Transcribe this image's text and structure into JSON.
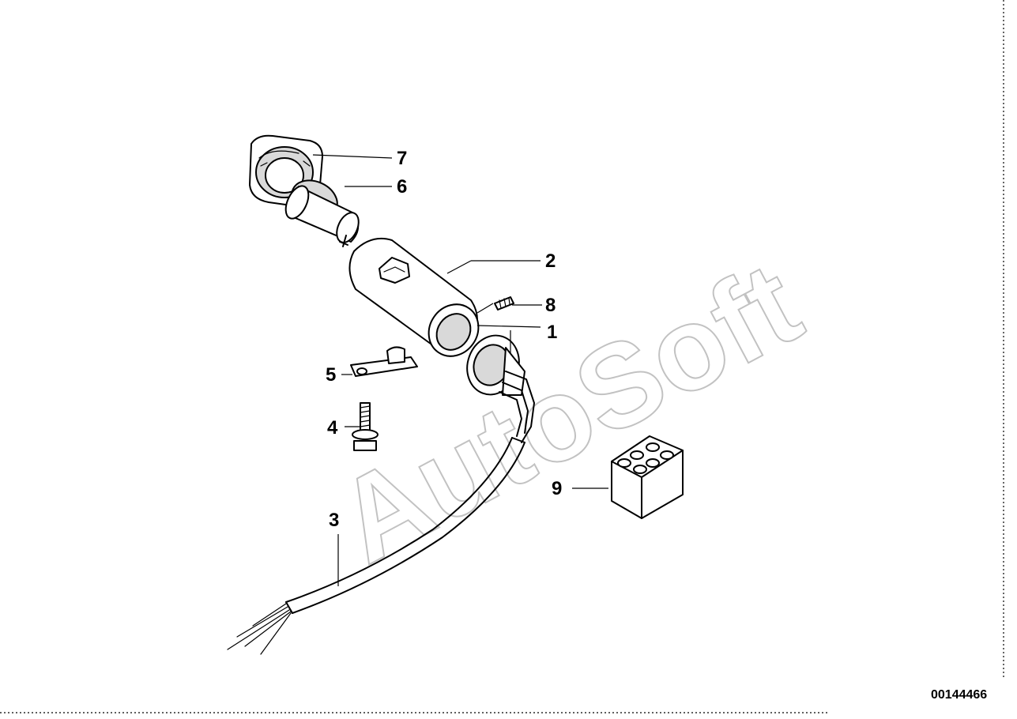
{
  "watermark": {
    "text": "AutoSoft",
    "color": "#b8b8b8"
  },
  "document_id": "00144466",
  "callouts": [
    {
      "id": "callout-7",
      "label": "7"
    },
    {
      "id": "callout-6",
      "label": "6"
    },
    {
      "id": "callout-2",
      "label": "2"
    },
    {
      "id": "callout-8",
      "label": "8"
    },
    {
      "id": "callout-1",
      "label": "1"
    },
    {
      "id": "callout-5",
      "label": "5"
    },
    {
      "id": "callout-4",
      "label": "4"
    },
    {
      "id": "callout-9",
      "label": "9"
    },
    {
      "id": "callout-3",
      "label": "3"
    }
  ],
  "colors": {
    "ink": "#000000",
    "background": "#ffffff"
  }
}
